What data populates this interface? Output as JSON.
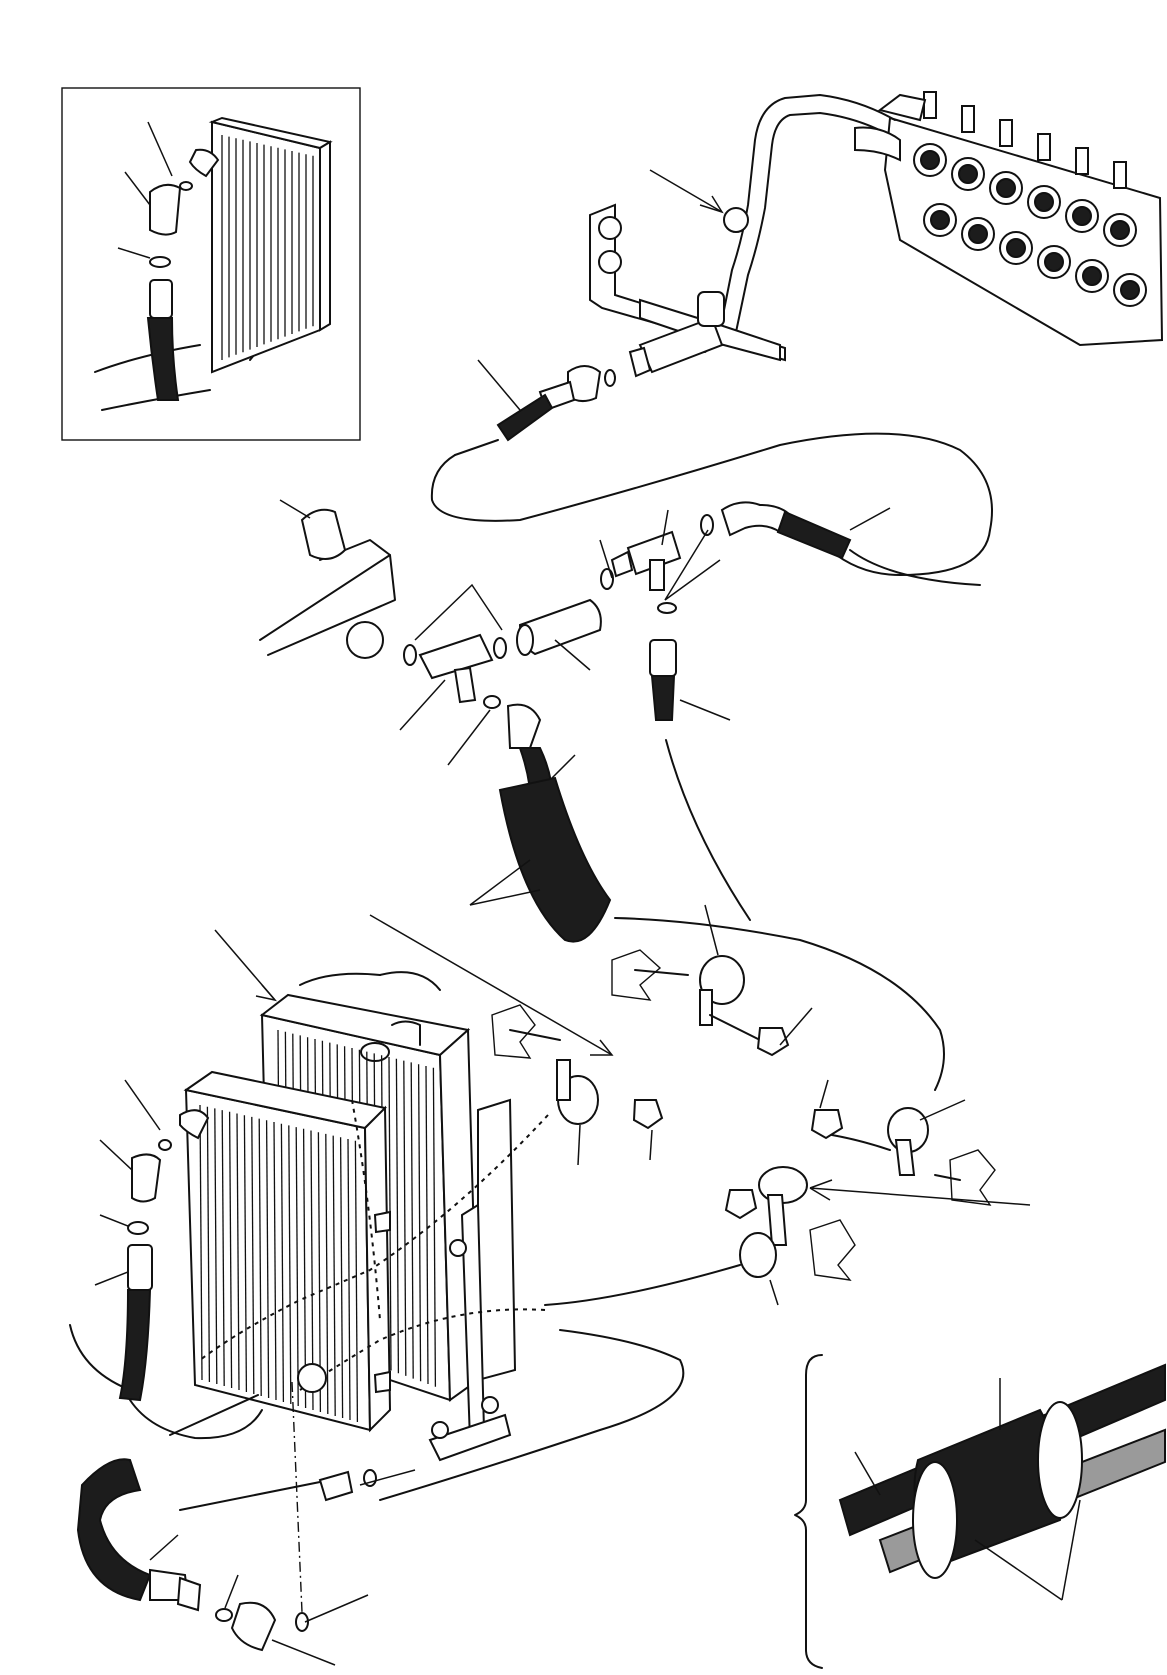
{
  "figure": {
    "colors": {
      "ink": "#111111",
      "paper": "#ffffff",
      "hose_fill": "#1c1c1c",
      "tube_fill": "#9a9a9a"
    },
    "callout_markers": [
      "arrow",
      "arrow",
      "arrow",
      "arrow"
    ],
    "parts": [
      "control-valve",
      "oil-cooler",
      "radiator",
      "oil-filler-cap",
      "hose",
      "tee-fitting",
      "elbow-fitting",
      "o-ring",
      "clamp",
      "nut",
      "bolt",
      "bracket",
      "protective-sleeve"
    ]
  }
}
